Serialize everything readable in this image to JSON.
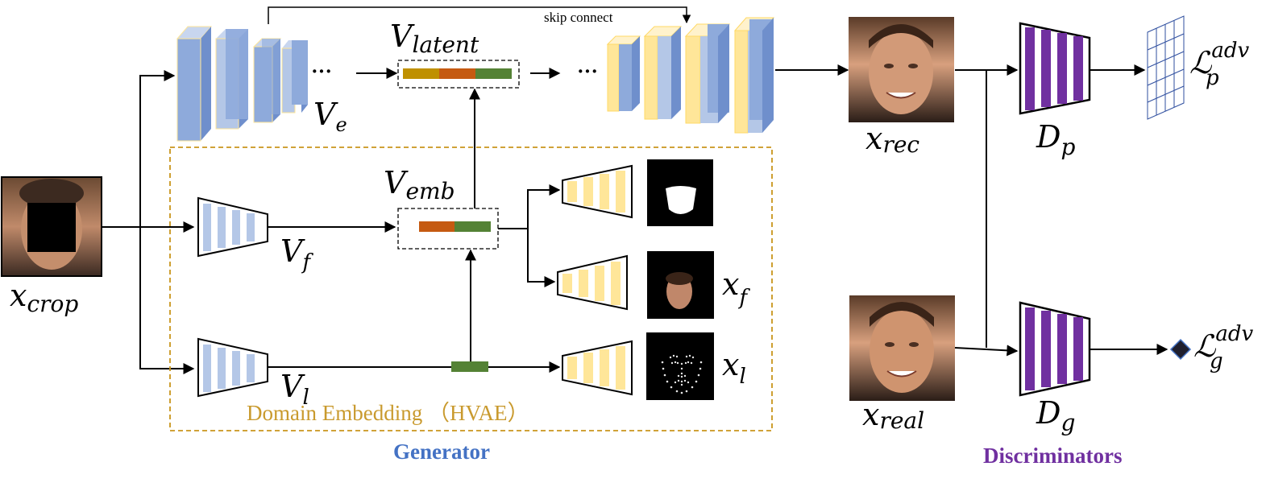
{
  "labels": {
    "skip": "skip connect",
    "v_latent_main": "V",
    "v_latent_sub": "latent",
    "v_e_main": "V",
    "v_e_sub": "e",
    "v_emb_main": "V",
    "v_emb_sub": "emb",
    "v_f_main": "V",
    "v_f_sub": "f",
    "v_l_main": "V",
    "v_l_sub": "l",
    "x_crop_main": "x",
    "x_crop_sub": "crop",
    "x_f_main": "x",
    "x_f_sub": "f",
    "x_l_main": "x",
    "x_l_sub": "l",
    "x_rec_main": "x",
    "x_rec_sub": "rec",
    "x_real_main": "x",
    "x_real_sub": "real",
    "d_p_main": "D",
    "d_p_sub": "p",
    "d_g_main": "D",
    "d_g_sub": "g",
    "lp_main": "ℒ",
    "lp_sup": "adv",
    "lp_sub": "p",
    "lg_main": "ℒ",
    "lg_sup": "adv",
    "lg_sub": "g",
    "ellipsis": "···",
    "domain_embedding": "Domain Embedding （HVAE）",
    "generator": "Generator",
    "discriminators": "Discriminators"
  },
  "colors": {
    "encoder_blue": "#8eaadb",
    "encoder_light": "#b4c7e7",
    "decoder_yellow": "#ffe699",
    "decoder_edge": "#ffd966",
    "emb_orange": "#c55a11",
    "emb_gold": "#bf9000",
    "emb_green": "#548235",
    "disc_purple": "#7030a0",
    "dashed_orange": "#c9951c",
    "domain_text": "#c99a2e",
    "generator_blue": "#4472c4",
    "discriminators_purple": "#7030a0",
    "grid_blue": "#2f4f9f"
  }
}
